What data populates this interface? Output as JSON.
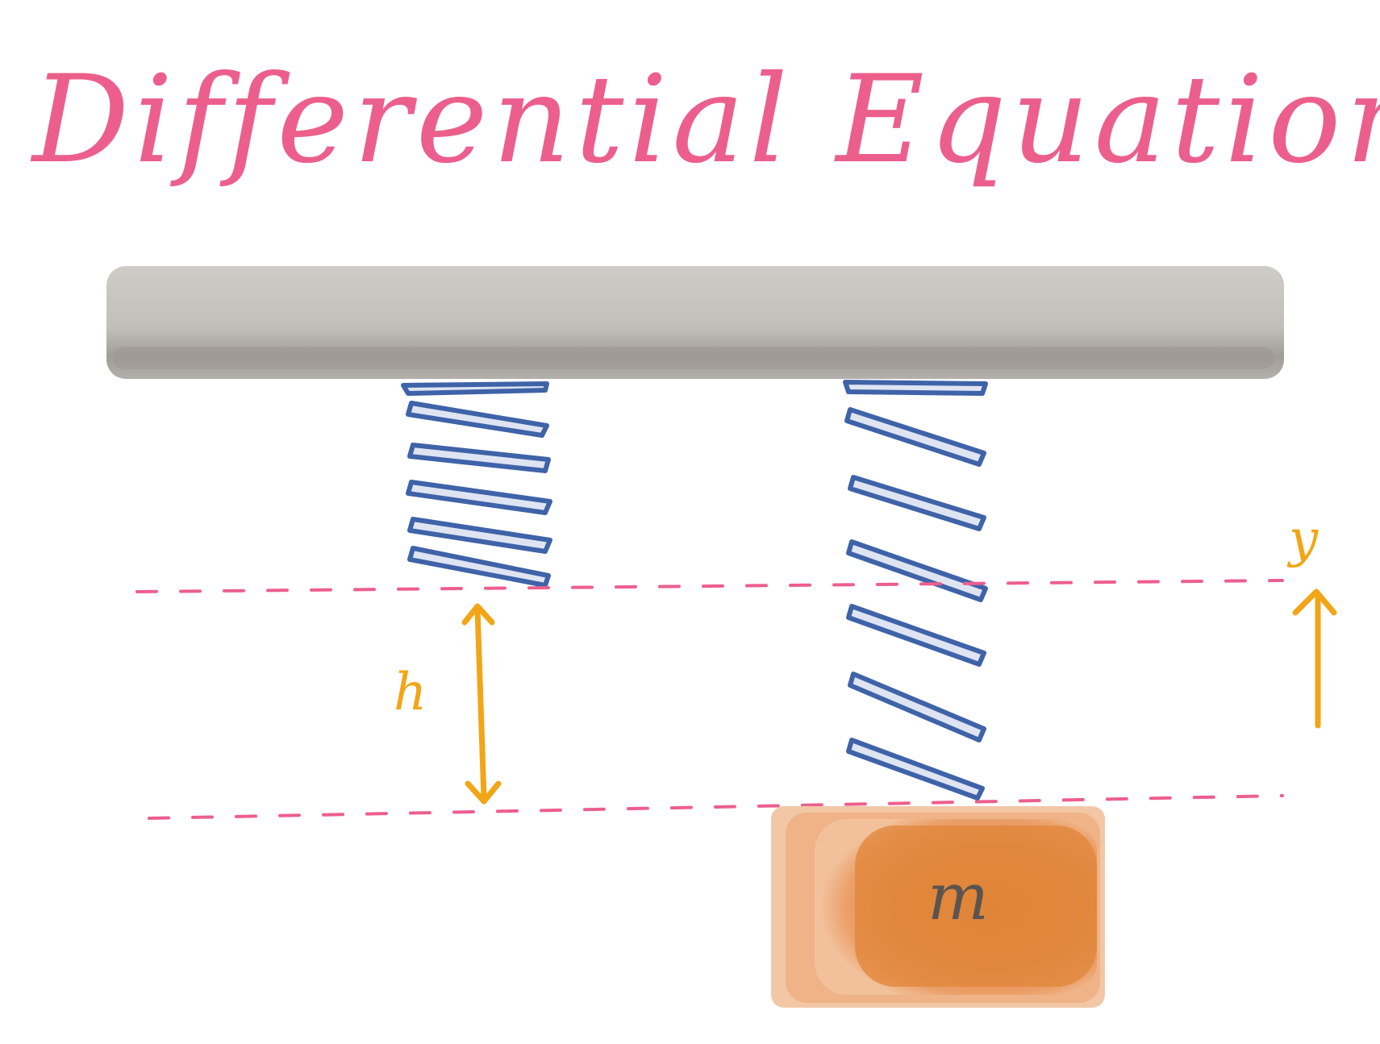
{
  "title": "Differential Equations",
  "labels": {
    "h": "h",
    "y": "y",
    "mass": "m"
  },
  "colors": {
    "title": "#ec5f8c",
    "ceiling": "#bdbab6",
    "ceiling_shadow": "#9e9a95",
    "spring_stroke": "#3f63a8",
    "spring_fill": "#dfe4f2",
    "dashed_line": "#ec5f8c",
    "arrow": "#f2a516",
    "mass_dark": "#e0843c",
    "mass_light": "#f0b990",
    "mass_label": "#5a5450"
  }
}
